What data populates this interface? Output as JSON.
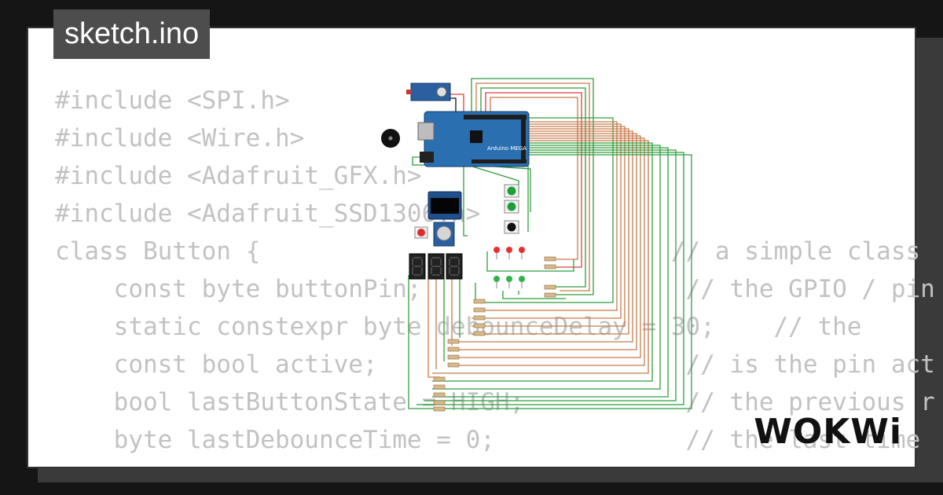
{
  "tab": {
    "title": "sketch.ino"
  },
  "code_lines": [
    "#include <SPI.h>",
    "#include <Wire.h>",
    "#include <Adafruit_GFX.h>",
    "#include <Adafruit_SSD1306.h>",
    "class Button {                            // a simple class",
    "    const byte buttonPin;                  // the GPIO / pin",
    "    static constexpr byte debounceDelay = 30;    // the",
    "    const bool active;                     // is the pin act",
    "    bool lastButtonState = HIGH;           // the previous r",
    "    byte lastDebounceTime = 0;             // the last time"
  ],
  "board": {
    "label": "Arduino MEGA"
  },
  "brand": {
    "logo": "WOKWi"
  },
  "colors": {
    "background": "#151515",
    "card": "#ffffff",
    "tab": "#4d4d4d",
    "code": "#c2c2c2",
    "board": "#2a6fb0",
    "wire_green": "#2f9e3c",
    "wire_brown": "#c87b4c",
    "wire_red": "#d94040"
  }
}
